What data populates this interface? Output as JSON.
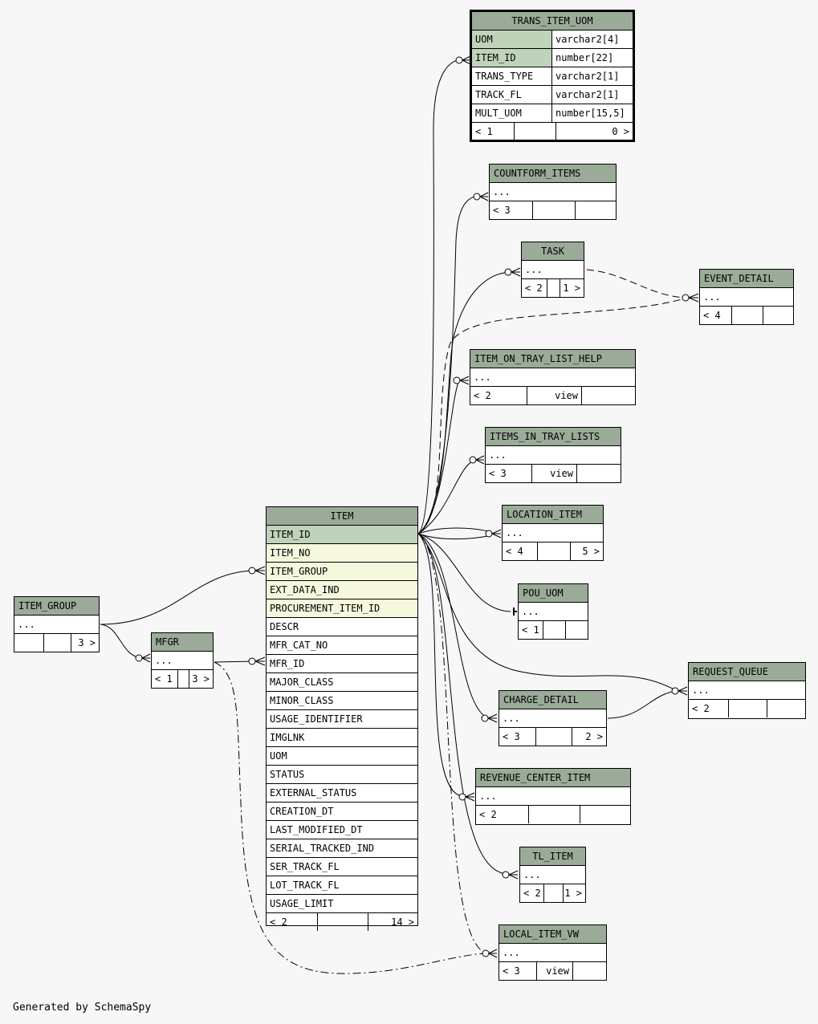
{
  "footer": "Generated by SchemaSpy",
  "ellipsis": "...",
  "tables": {
    "trans_item_uom": {
      "name": "TRANS_ITEM_UOM",
      "columns": [
        {
          "name": "UOM",
          "type": "varchar2[4]"
        },
        {
          "name": "ITEM_ID",
          "type": "number[22]"
        },
        {
          "name": "TRANS_TYPE",
          "type": "varchar2[1]"
        },
        {
          "name": "TRACK_FL",
          "type": "varchar2[1]"
        },
        {
          "name": "MULT_UOM",
          "type": "number[15,5]"
        }
      ],
      "footer": {
        "left": "< 1",
        "mid": "",
        "right": "0 >"
      }
    },
    "countform_items": {
      "name": "COUNTFORM_ITEMS",
      "footer": {
        "left": "< 3",
        "mid": "",
        "right": ""
      }
    },
    "task": {
      "name": "TASK",
      "footer": {
        "left": "< 2",
        "mid": "",
        "right": "1 >"
      }
    },
    "event_detail": {
      "name": "EVENT_DETAIL",
      "footer": {
        "left": "< 4",
        "mid": "",
        "right": ""
      }
    },
    "item_on_tray_list_help": {
      "name": "ITEM_ON_TRAY_LIST_HELP",
      "footer": {
        "left": "< 2",
        "mid": "view",
        "right": ""
      }
    },
    "items_in_tray_lists": {
      "name": "ITEMS_IN_TRAY_LISTS",
      "footer": {
        "left": "< 3",
        "mid": "view",
        "right": ""
      }
    },
    "location_item": {
      "name": "LOCATION_ITEM",
      "footer": {
        "left": "< 4",
        "mid": "",
        "right": "5 >"
      }
    },
    "pou_uom": {
      "name": "POU_UOM",
      "footer": {
        "left": "< 1",
        "mid": "",
        "right": ""
      }
    },
    "request_queue": {
      "name": "REQUEST_QUEUE",
      "footer": {
        "left": "< 2",
        "mid": "",
        "right": ""
      }
    },
    "charge_detail": {
      "name": "CHARGE_DETAIL",
      "footer": {
        "left": "< 3",
        "mid": "",
        "right": "2 >"
      }
    },
    "revenue_center_item": {
      "name": "REVENUE_CENTER_ITEM",
      "footer": {
        "left": "< 2",
        "mid": "",
        "right": ""
      }
    },
    "tl_item": {
      "name": "TL_ITEM",
      "footer": {
        "left": "< 2",
        "mid": "",
        "right": "1 >"
      }
    },
    "local_item_vw": {
      "name": "LOCAL_ITEM_VW",
      "footer": {
        "left": "< 3",
        "mid": "view",
        "right": ""
      }
    },
    "item_group": {
      "name": "ITEM_GROUP",
      "footer": {
        "left": "",
        "mid": "",
        "right": "3 >"
      }
    },
    "mfgr": {
      "name": "MFGR",
      "footer": {
        "left": "< 1",
        "mid": "",
        "right": "3 >"
      }
    },
    "item": {
      "name": "ITEM",
      "columns": [
        "ITEM_ID",
        "ITEM_NO",
        "ITEM_GROUP",
        "EXT_DATA_IND",
        "PROCUREMENT_ITEM_ID",
        "DESCR",
        "MFR_CAT_NO",
        "MFR_ID",
        "MAJOR_CLASS",
        "MINOR_CLASS",
        "USAGE_IDENTIFIER",
        "IMGLNK",
        "UOM",
        "STATUS",
        "EXTERNAL_STATUS",
        "CREATION_DT",
        "LAST_MODIFIED_DT",
        "SERIAL_TRACKED_IND",
        "SER_TRACK_FL",
        "LOT_TRACK_FL",
        "USAGE_LIMIT"
      ],
      "footer": {
        "left": "< 2",
        "mid": "",
        "right": "14 >"
      }
    }
  },
  "colors": {
    "header": "#9aab98",
    "primary_key": "#bfd3bb",
    "indexed": "#f5f8dd",
    "background": "#f7f7f7"
  }
}
